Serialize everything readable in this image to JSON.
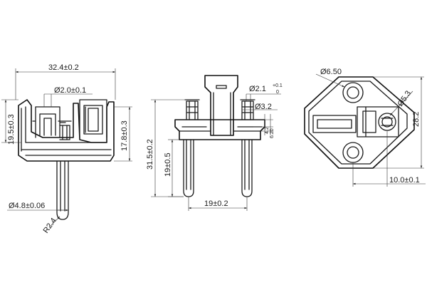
{
  "views": {
    "side": {
      "dim_width": "32.4±0.2",
      "dim_hole": "Ø2.0±0.1",
      "dim_left_height": "19.5±0.3",
      "dim_right_height": "17.8±0.3",
      "dim_pin": "Ø4.8±0.06",
      "dim_radius": "R2.4"
    },
    "front": {
      "dim_pin_hole": "Ø2.1",
      "dim_pin_hole_tol_upper": "+0.1",
      "dim_pin_hole_tol_lower": "0",
      "dim_pin_dia": "Ø3.2",
      "dim_small_a": "4.2",
      "dim_small_b": "6.20",
      "dim_overall_height": "31.5±0.2",
      "dim_pin_length": "19±0.5",
      "dim_pin_spacing": "19±0.2"
    },
    "top": {
      "dim_mount_hole": "Ø6.50",
      "dim_center_hole": "Ø5.3",
      "dim_height": "28.2",
      "dim_offset": "10.0±0.1"
    }
  }
}
